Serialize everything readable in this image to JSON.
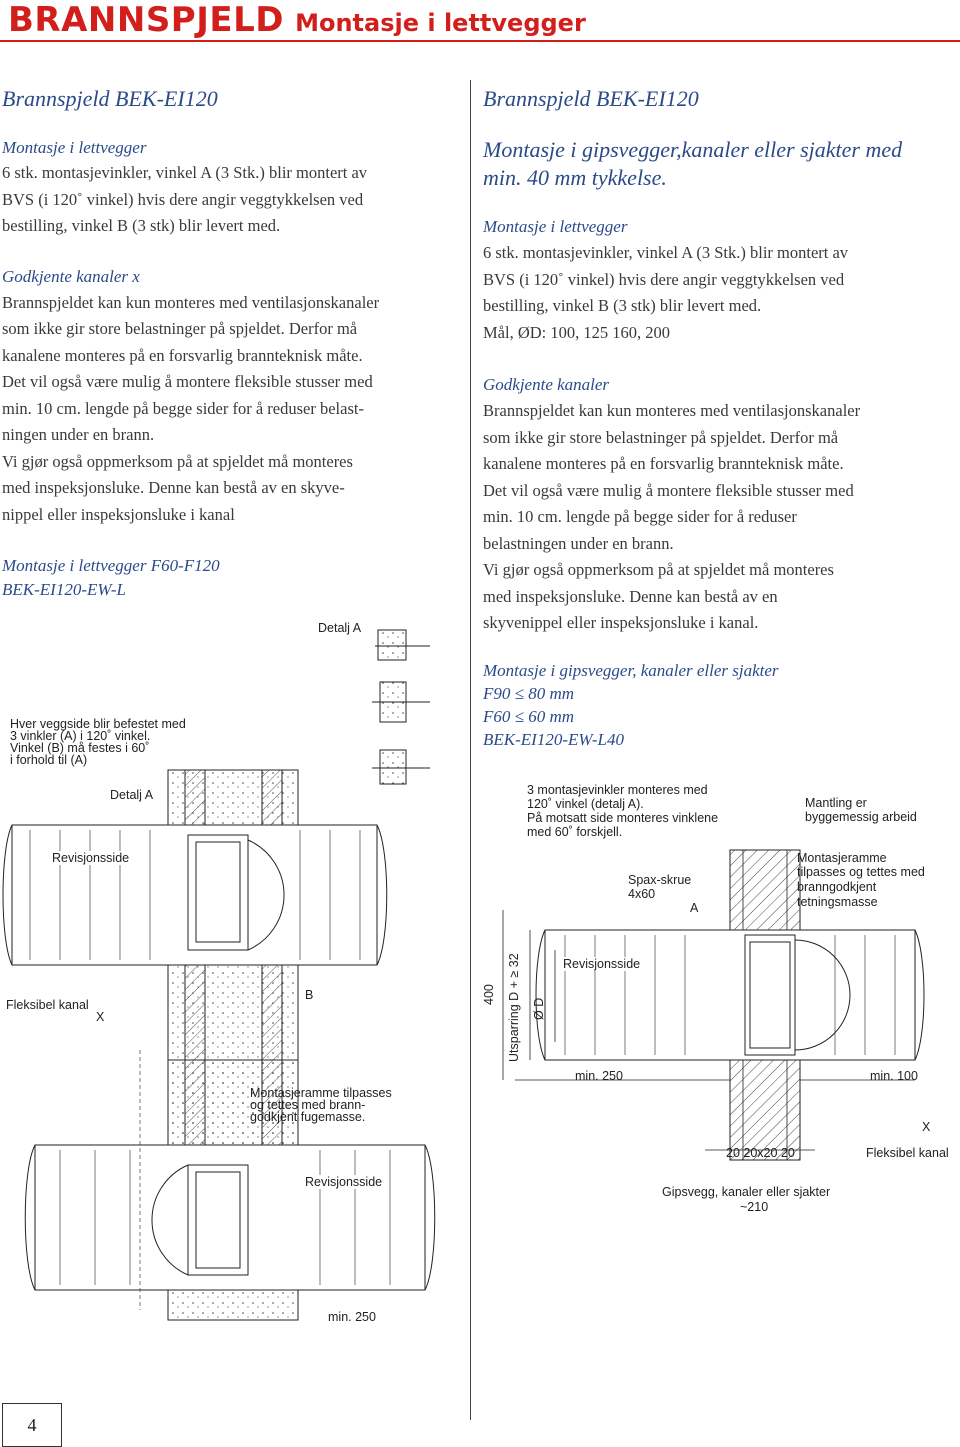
{
  "header": {
    "title_main": "BRANNSPJELD",
    "title_sub": "Montasje i lettvegger"
  },
  "left": {
    "heading": "Brannspjeld BEK-EI120",
    "section1_heading": "Montasje i lettvegger",
    "section1_lines": [
      "6 stk. montasjevinkler, vinkel A (3 Stk.) blir montert av",
      "BVS (i 120˚ vinkel) hvis dere angir veggtykkelsen ved",
      "bestilling, vinkel B (3 stk) blir levert med."
    ],
    "section2_heading": "Godkjente kanaler x",
    "section2_lines": [
      "Brannspjeldet kan kun monteres med ventilasjonskanaler",
      "som ikke gir store belastninger på spjeldet. Derfor må",
      "kanalene monteres på en forsvarlig brannteknisk måte.",
      "Det vil også være mulig å montere fleksible stusser med",
      "min. 10 cm. lengde på begge sider for å reduser belast-",
      "ningen under en brann.",
      "Vi gjør også oppmerksom på at spjeldet må monteres",
      "med inspeksjonsluke. Denne kan bestå av en skyve-",
      "nippel eller inspeksjonsluke i kanal"
    ],
    "section3_heading_lines": [
      "Montasje i lettvegger F60-F120",
      "BEK-EI120-EW-L"
    ],
    "diagram": {
      "detail_a_top": "Detalj A",
      "note_lines": [
        "Hver veggside blir befestet med",
        "3 vinkler (A) i 120˚ vinkel.",
        "Vinkel (B) må festes i 60˚",
        "i forhold til (A)"
      ],
      "detail_a": "Detalj A",
      "revisjonsside_1": "Revisjonsside",
      "fleksibel_kanal": "Fleksibel kanal",
      "x_mark": "X",
      "b_mark": "B",
      "montasjeramme_lines": [
        "Montasjeramme tilpasses",
        "og tettes med brann-",
        "godkjent fugemasse."
      ],
      "revisjonsside_2": "Revisjonsside",
      "min_250": "min. 250"
    }
  },
  "right": {
    "heading": "Brannspjeld BEK-EI120",
    "big_heading_lines": [
      "Montasje i gipsvegger,kanaler eller sjakter med",
      "min. 40 mm tykkelse."
    ],
    "section1_heading": "Montasje i lettvegger",
    "section1_lines": [
      "6 stk. montasjevinkler, vinkel A (3 Stk.) blir montert av",
      "BVS (i 120˚ vinkel) hvis dere angir veggtykkelsen ved",
      "bestilling, vinkel B (3 stk) blir levert med.",
      "Mål, ØD: 100, 125 160, 200"
    ],
    "section2_heading": "Godkjente kanaler",
    "section2_lines": [
      "Brannspjeldet kan kun monteres med ventilasjonskanaler",
      "som ikke gir store belastninger på spjeldet. Derfor må",
      "kanalene monteres på en forsvarlig brannteknisk måte.",
      "Det vil også være mulig å montere fleksible stusser med",
      "min. 10 cm. lengde på begge sider for å reduser",
      "belastningen under en brann.",
      "Vi gjør også oppmerksom på at spjeldet må monteres",
      "med inspeksjonsluke. Denne kan bestå av en",
      "skyvenippel eller inspeksjonsluke i kanal."
    ],
    "section3_heading_lines": [
      "Montasje i gipsvegger, kanaler eller sjakter",
      "F90 ≤ 80 mm",
      "F60 ≤ 60 mm",
      "BEK-EI120-EW-L40"
    ],
    "diagram": {
      "note_lines": [
        "3 montasjevinkler monteres med",
        "120˚ vinkel (detalj A).",
        "På motsatt side monteres vinklene",
        "med 60˚ forskjell."
      ],
      "mantling_lines": [
        "Mantling er",
        "byggemessig arbeid"
      ],
      "montasjeramme_lines": [
        "Montasjeramme",
        "tilpasses og tettes med",
        "branngodkjent",
        "tetningsmasse"
      ],
      "spax_lines": [
        "Spax-skrue",
        "4x60"
      ],
      "a_mark": "A",
      "revisjonsside": "Revisjonsside",
      "dim_400": "400",
      "utsparring": "Utsparring D + ≥ 32",
      "od": "Ø D",
      "min_250": "min. 250",
      "min_100": "min. 100",
      "dims_bottom": "20 20x20 20",
      "x_mark": "X",
      "fleksibel_kanal": "Fleksibel kanal",
      "gipsvegg_lines": [
        "Gipsvegg, kanaler eller sjakter",
        "~210"
      ]
    }
  },
  "footer": {
    "page_number": "4"
  }
}
